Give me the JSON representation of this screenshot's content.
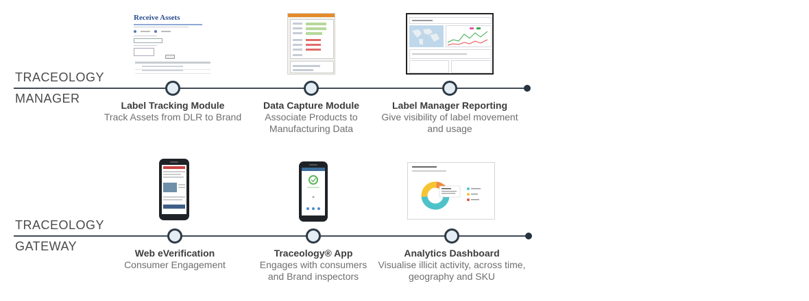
{
  "sections": [
    {
      "line1": "TRACEOLOGY",
      "line2": "MANAGER"
    },
    {
      "line1": "TRACEOLOGY",
      "line2": "GATEWAY"
    }
  ],
  "manager_modules": [
    {
      "title": "Label Tracking Module",
      "desc1": "Track Assets from DLR to Brand",
      "desc2": ""
    },
    {
      "title": "Data Capture Module",
      "desc1": "Associate Products to",
      "desc2": "Manufacturing Data"
    },
    {
      "title": "Label Manager Reporting",
      "desc1": "Give visibility of label movement",
      "desc2": "and usage"
    }
  ],
  "gateway_modules": [
    {
      "title": "Web eVerification",
      "desc1": "Consumer Engagement",
      "desc2": ""
    },
    {
      "title": "Traceology® App",
      "desc1": "Engages with consumers",
      "desc2": "and Brand inspectors"
    },
    {
      "title": "Analytics Dashboard",
      "desc1": "Visualise illicit activity, across time,",
      "desc2": "geography and SKU"
    }
  ],
  "thumbnails": {
    "receive_assets_heading": "Receive Assets"
  },
  "colors": {
    "timeline": "#3e4a55",
    "node_fill": "#e4edf4",
    "donut_teal": "#4fc2c9",
    "donut_yellow": "#f6c432",
    "donut_orange": "#f08a3c",
    "donut_red": "#e05454"
  }
}
